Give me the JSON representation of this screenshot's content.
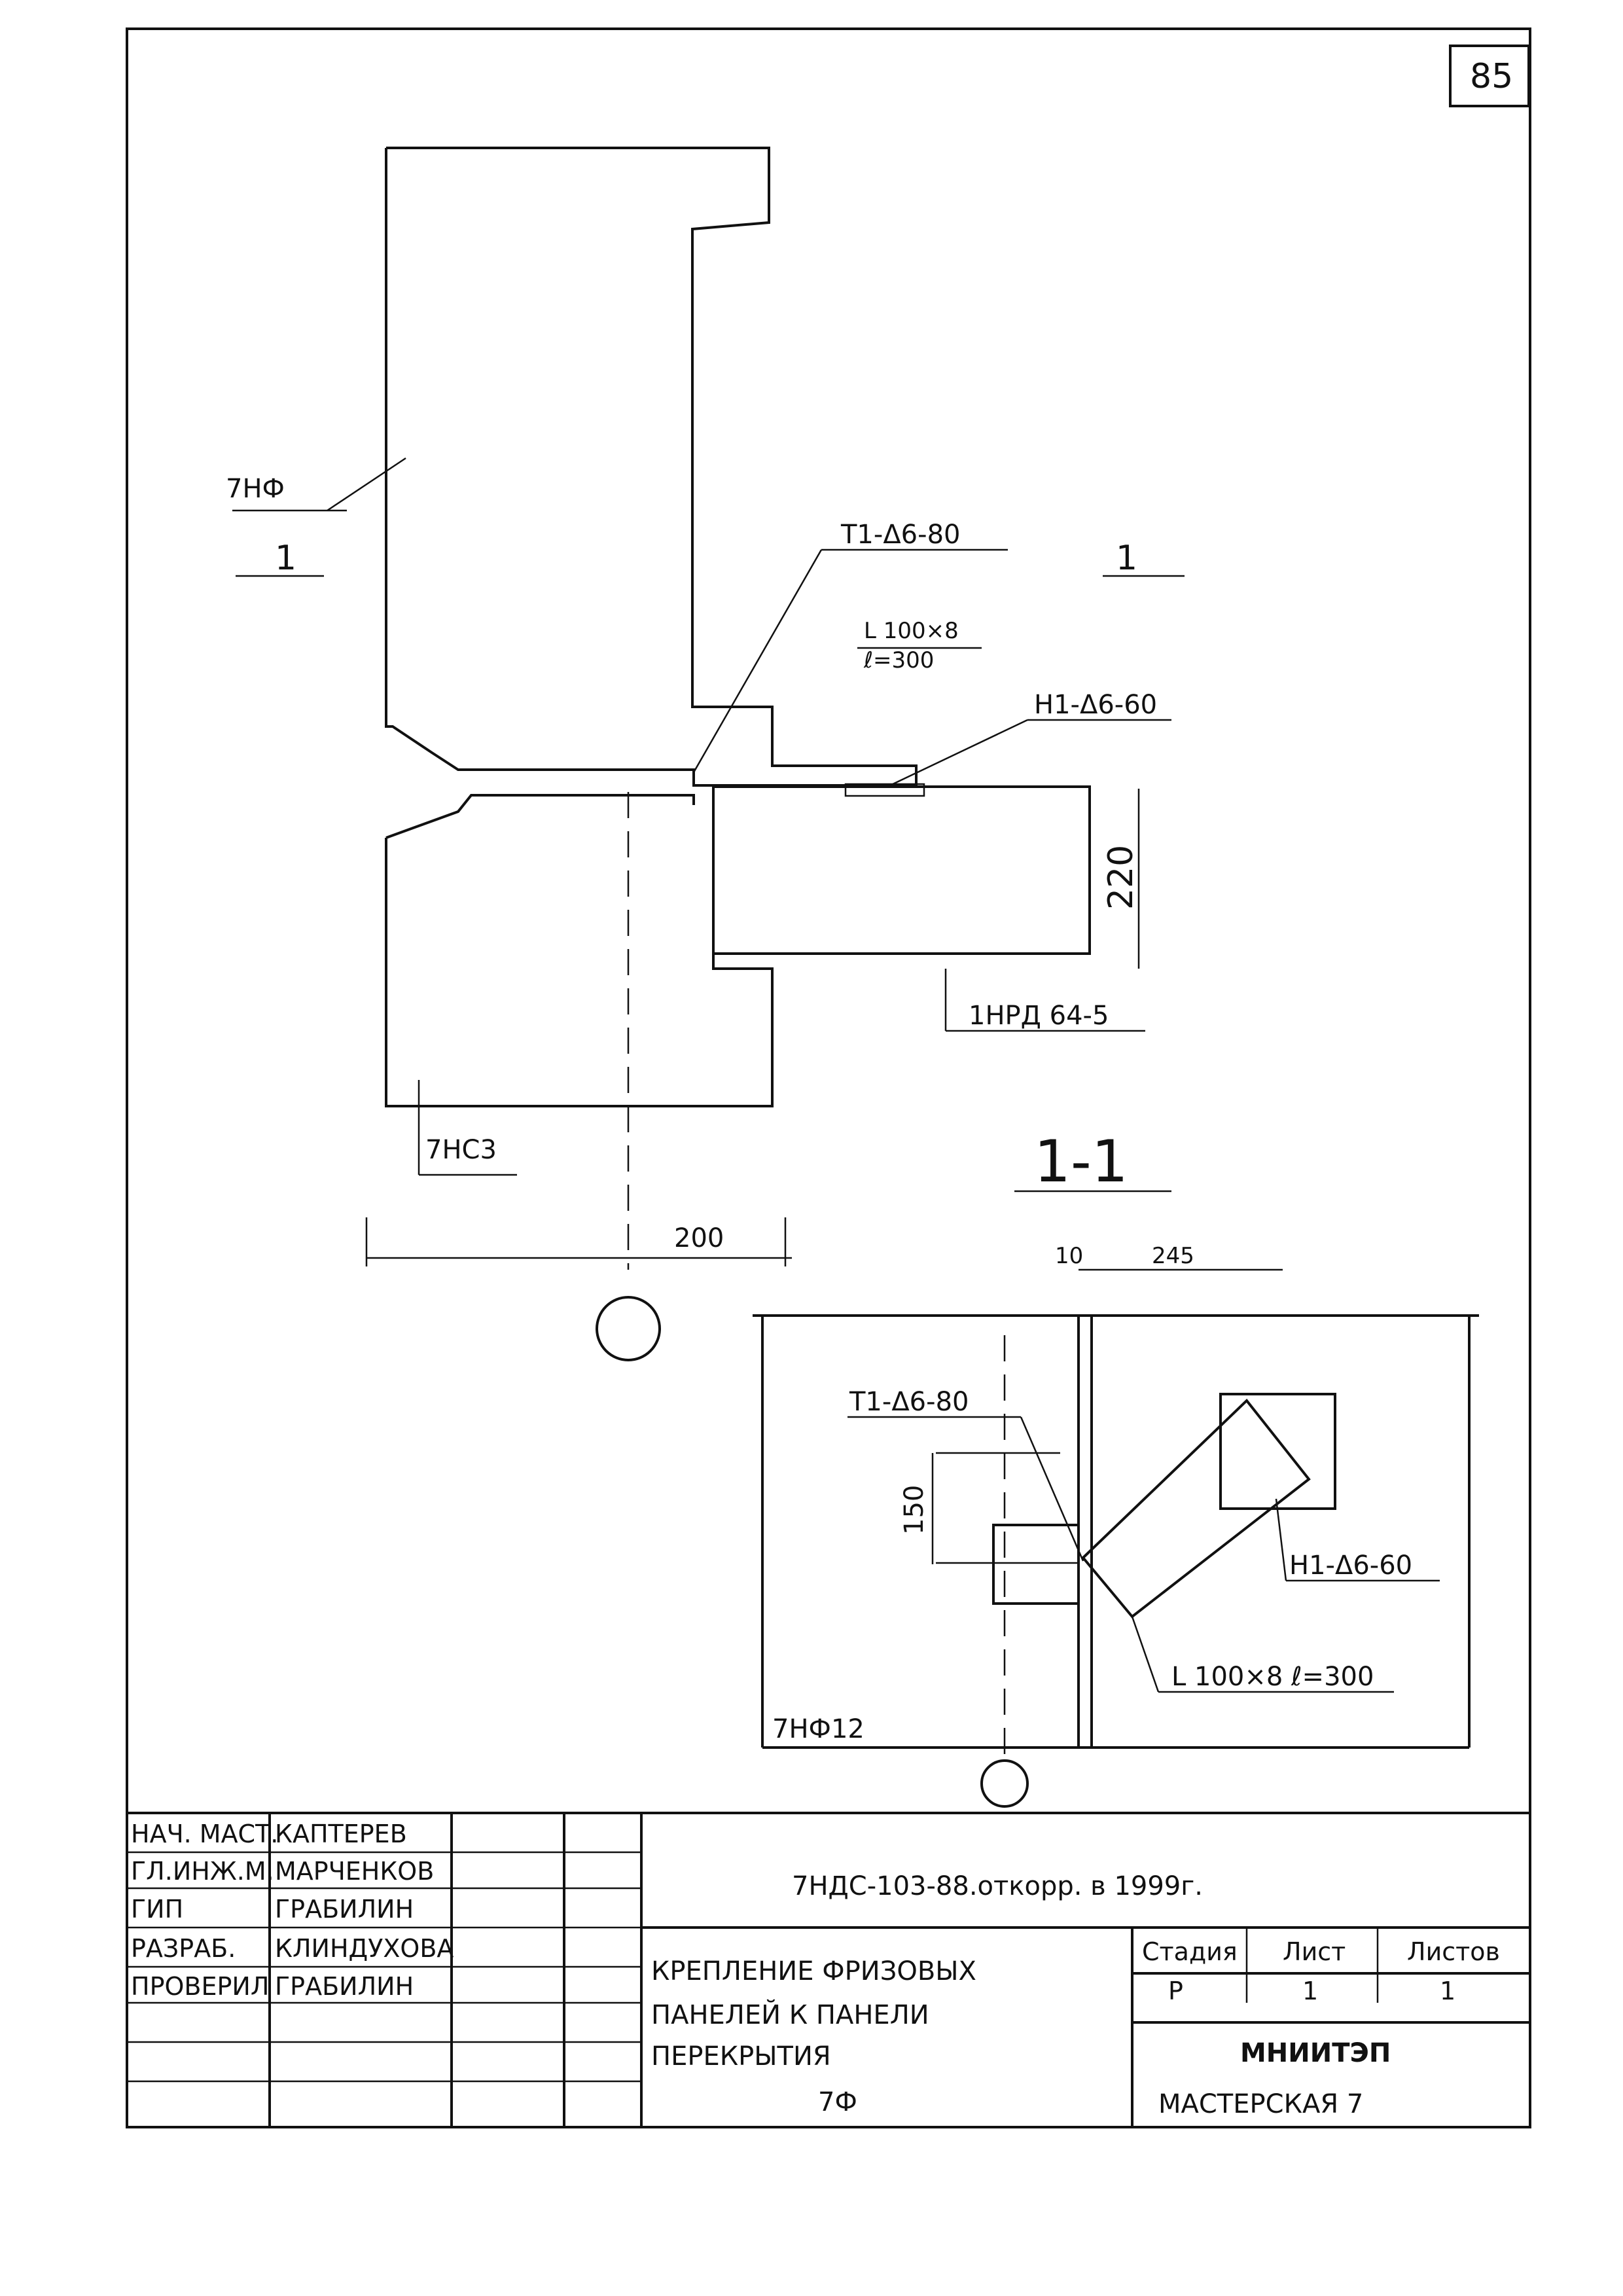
{
  "sheet_number": "85",
  "callouts": {
    "panel_top": "7НФ",
    "weld_t1_top": "Т1-Δ6-80",
    "angle_top": "L 100×8",
    "angle_len_top": "ℓ=300",
    "weld_h1_top": "Н1-Δ6-60",
    "dim_220": "220",
    "slab": "1НРД 64-5",
    "panel_bottom": "7НС3",
    "dim_200": "200",
    "section_mark": "1",
    "section_title": "1-1",
    "dim_10": "10",
    "dim_245": "245",
    "weld_t1_sec": "Т1-Δ6-80",
    "dim_150": "150",
    "weld_h1_sec": "Н1-Δ6-60",
    "angle_sec": "L 100×8  ℓ=300",
    "panel_sec": "7НФ12"
  },
  "title_block": {
    "rows": [
      {
        "role": "НАЧ. МАСТ.",
        "name": "КАПТЕРЕВ"
      },
      {
        "role": "ГЛ.ИНЖ.М.",
        "name": "МАРЧЕНКОВ"
      },
      {
        "role": "ГИП",
        "name": "ГРАБИЛИН"
      },
      {
        "role": "РАЗРАБ.",
        "name": "КЛИНДУХОВА"
      },
      {
        "role": "ПРОВЕРИЛ",
        "name": "ГРАБИЛИН"
      }
    ],
    "doc_code": "7НДС-103-88.откорр. в 1999г.",
    "title_line1": "КРЕПЛЕНИЕ ФРИЗОВЫХ",
    "title_line2": "ПАНЕЛЕЙ К ПАНЕЛИ",
    "title_line3": "ПЕРЕКРЫТИЯ",
    "title_line4": "7Ф",
    "stage_label": "Стадия",
    "sheet_label": "Лист",
    "sheets_label": "Листов",
    "stage_value": "Р",
    "sheet_value": "1",
    "sheets_value": "1",
    "org": "МНИИТЭП",
    "workshop": "МАСТЕРСКАЯ 7"
  }
}
